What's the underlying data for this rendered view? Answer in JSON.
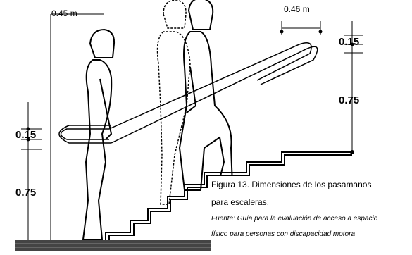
{
  "dimensions": {
    "top_left_width": "0.45 m",
    "top_right_width": "0.46 m",
    "right_extension": "0.15",
    "right_height": "0.75",
    "left_extension": "0.15",
    "left_height": "0.75"
  },
  "caption": {
    "title_line1": "Figura 13. Dimensiones de los pasamanos",
    "title_line2": "para escaleras.",
    "source_line1": "Fuente: Guía para la evaluación de acceso a espacio",
    "source_line2": "físico para personas con discapacidad motora"
  }
}
